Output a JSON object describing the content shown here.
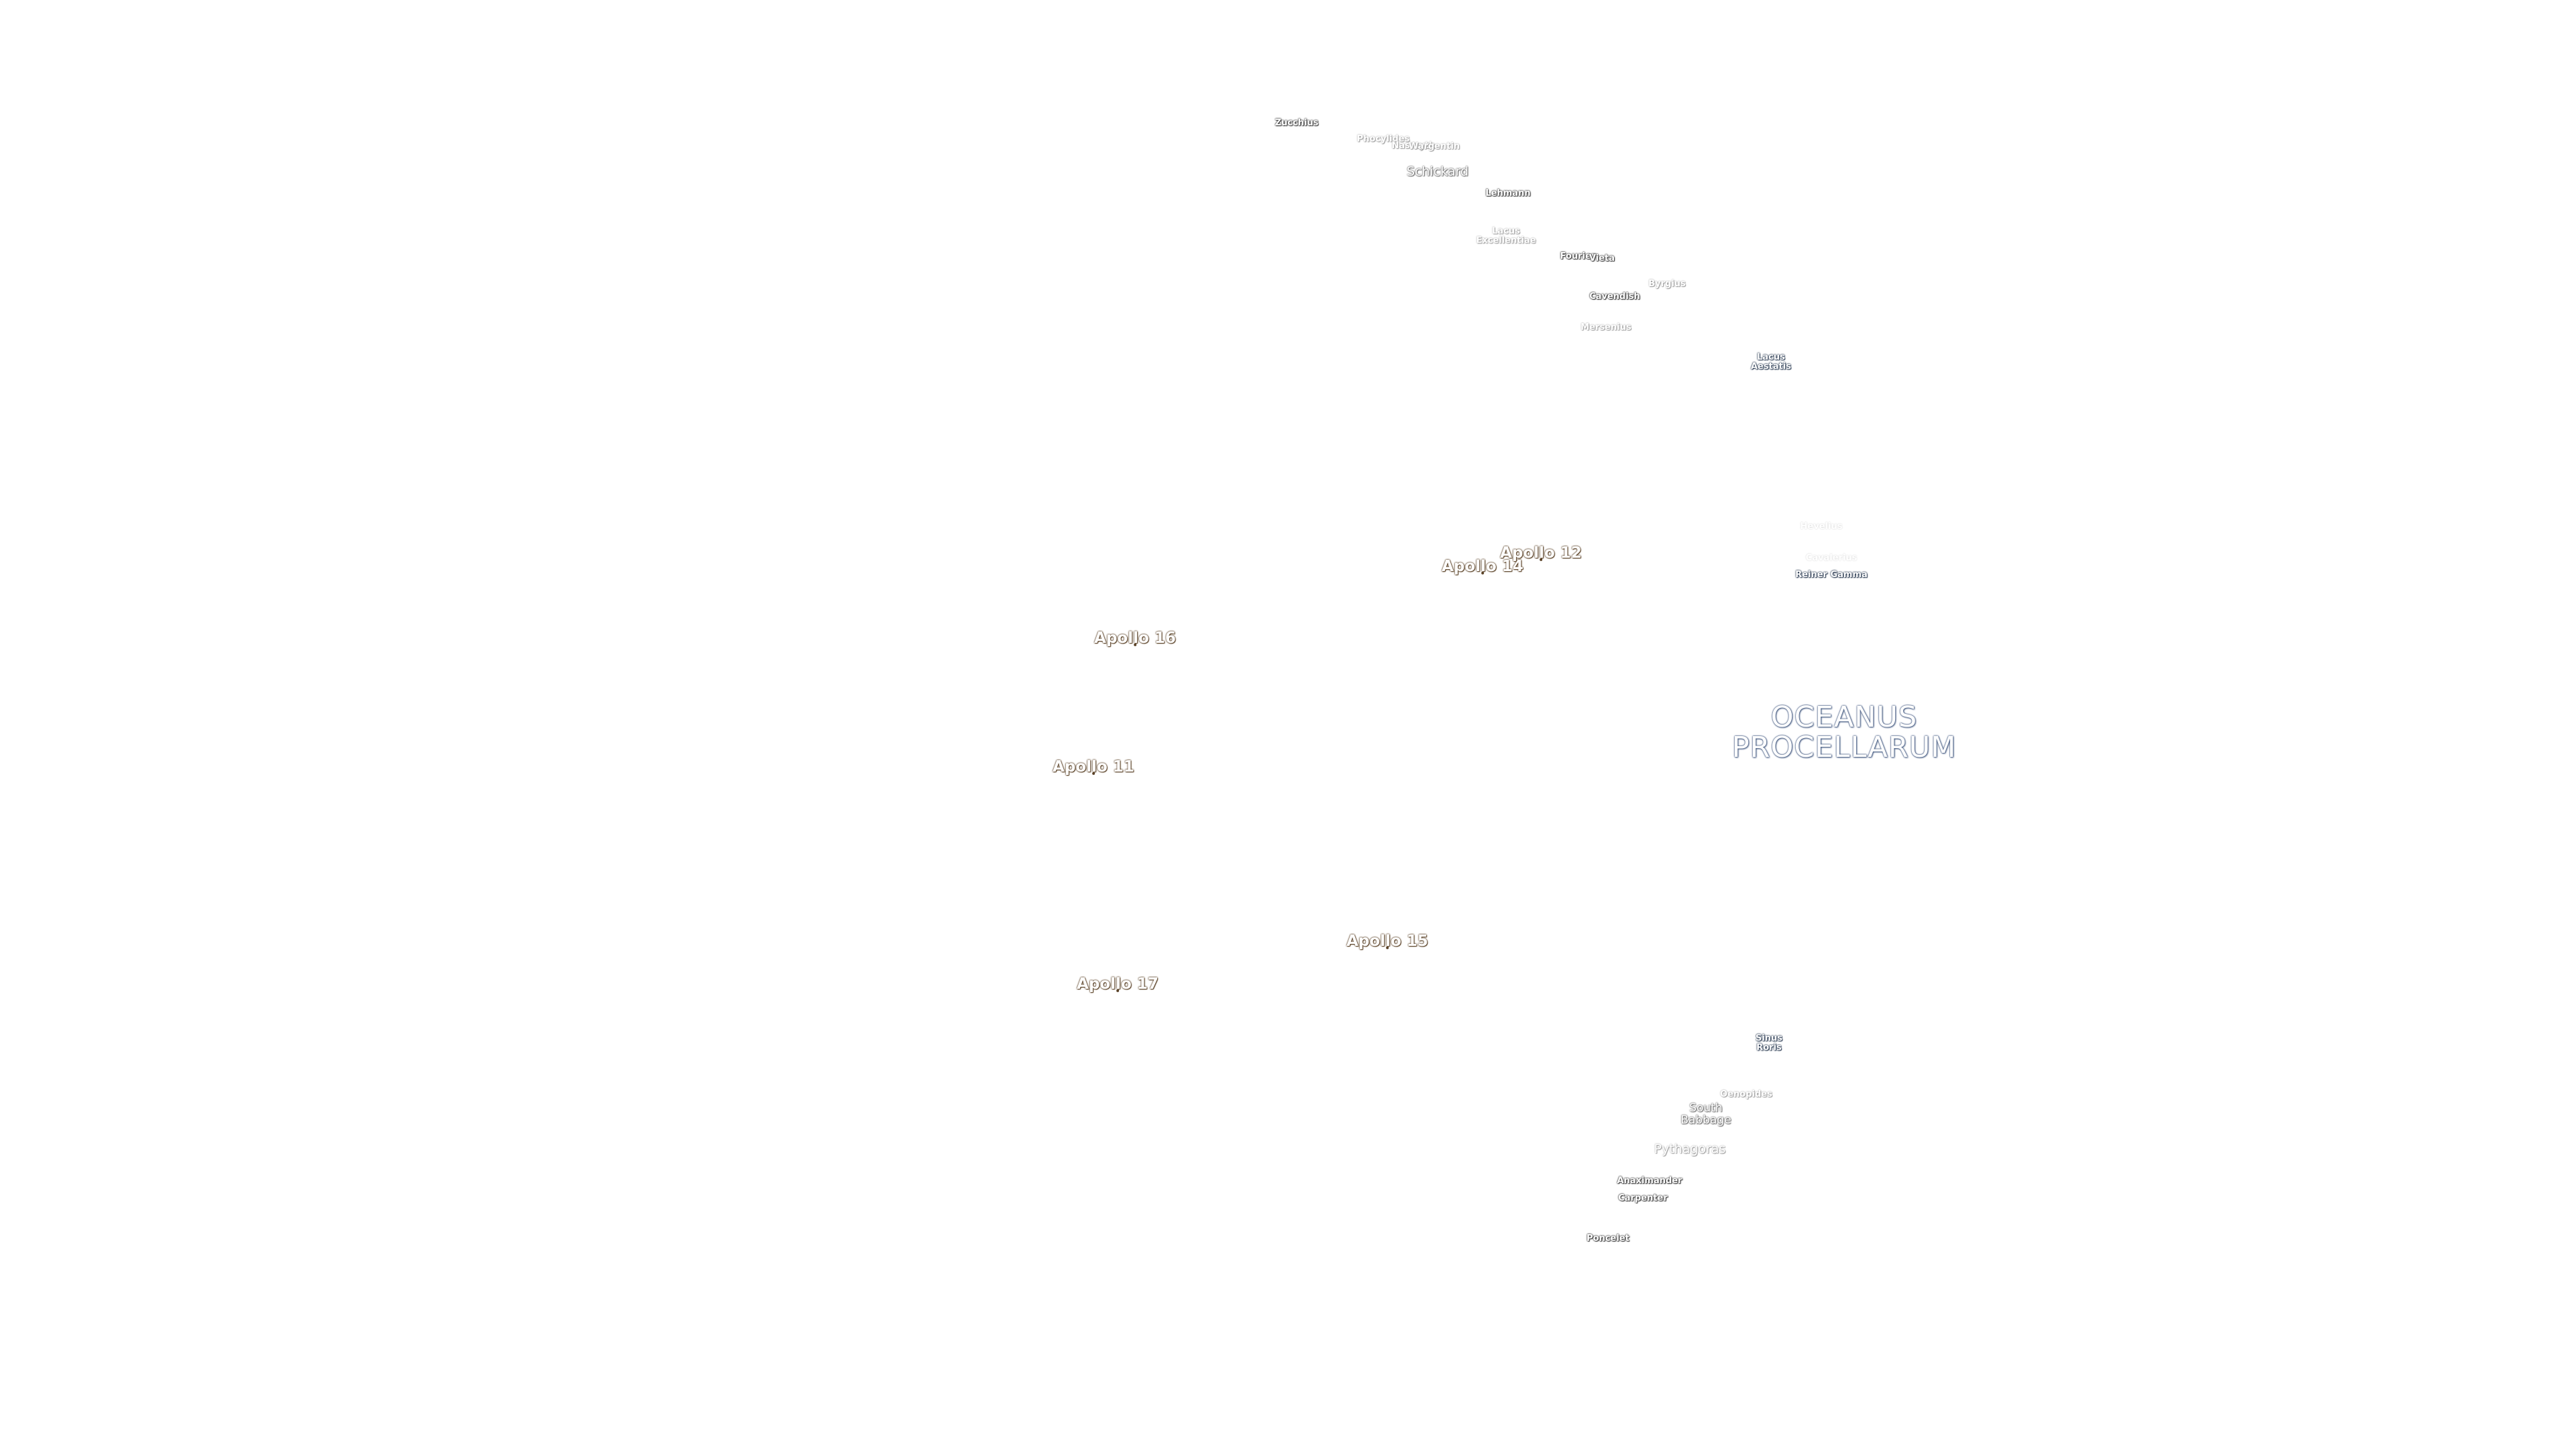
{
  "map": {
    "labels": {
      "zucchius": "Zucchius",
      "phocylides": "Phocylides",
      "nasmyth": "Nasmyth",
      "wargentin": "Wargentin",
      "schickard": "Schickard",
      "lehmann": "Lehmann",
      "lacus_excellentiae_line1": "Lacus",
      "lacus_excellentiae_line2": "Excellentiae",
      "fourier": "Fourier",
      "vieta": "Vieta",
      "byrgius": "Byrgius",
      "cavendish": "Cavendish",
      "mersenius": "Mersenius",
      "lacus_aestatis_line1": "Lacus",
      "lacus_aestatis_line2": "Aestatis",
      "apollo_12": "Apollo 12",
      "apollo_14": "Apollo 14",
      "hevelius": "Hevelius",
      "cavalerius": "Cavalerius",
      "reiner_gamma": "Reiner Gamma",
      "apollo_16": "Apollo 16",
      "oceanus_line1": "OCEANUS",
      "oceanus_line2": "PROCELLARUM",
      "apollo_11": "Apollo 11",
      "apollo_15": "Apollo 15",
      "apollo_17": "Apollo 17",
      "sinus_roris_line1": "Sinus",
      "sinus_roris_line2": "Roris",
      "oenopides": "Oenopides",
      "south_line1": "South",
      "babbage": "Babbage",
      "pythagoras": "Pythagoras",
      "anaximander": "Anaximander",
      "carpenter": "Carpenter",
      "poncelet": "Poncelet"
    }
  }
}
